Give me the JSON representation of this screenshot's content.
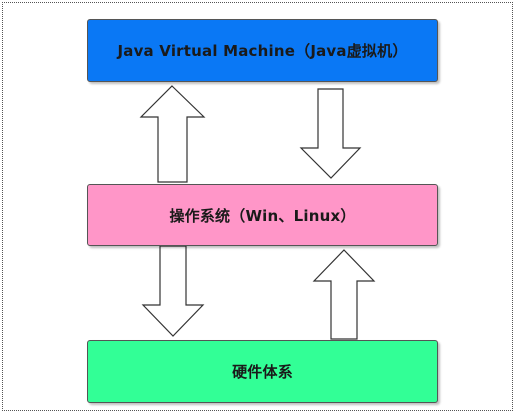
{
  "colors": {
    "jvm_box": "#0a78f5",
    "os_box": "#ff96c8",
    "hw_box": "#32ff96",
    "arrow_fill": "#ffffff",
    "arrow_stroke": "#333333"
  },
  "boxes": {
    "jvm": "Java Virtual Machine（Java虚拟机）",
    "os": "操作系统（Win、Linux）",
    "hardware": "硬件体系"
  },
  "arrows": [
    {
      "name": "arrow-os-to-jvm",
      "direction": "up"
    },
    {
      "name": "arrow-jvm-to-os",
      "direction": "down"
    },
    {
      "name": "arrow-os-to-hardware",
      "direction": "down"
    },
    {
      "name": "arrow-hardware-to-os",
      "direction": "up"
    }
  ]
}
